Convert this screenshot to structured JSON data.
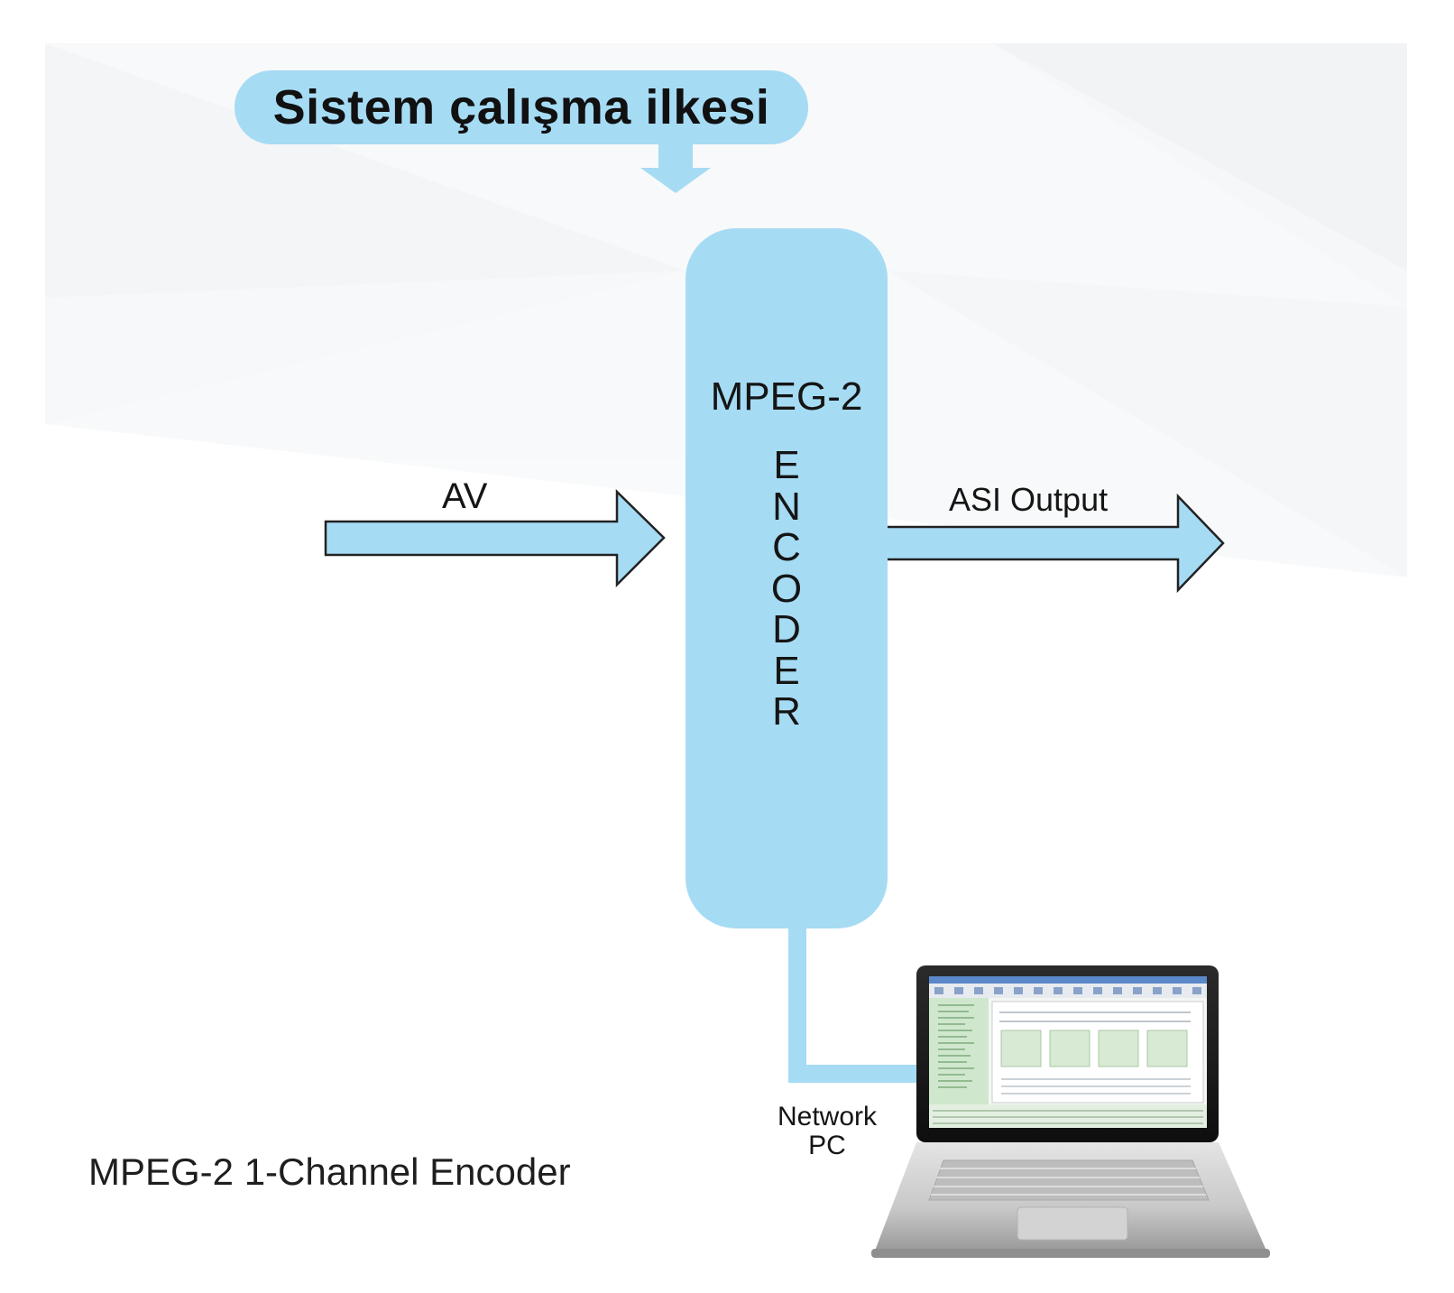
{
  "diagram": {
    "title": "Sistem çalışma ilkesi",
    "encoder": {
      "top_label": "MPEG-2",
      "vertical_label": "ENCODER"
    },
    "input_label": "AV",
    "output_label": "ASI Output",
    "network_label_line1": "Network",
    "network_label_line2": "PC",
    "caption": "MPEG-2 1-Channel Encoder"
  },
  "colors": {
    "accent": "#a6dbf4",
    "text": "#151515",
    "stroke": "#222222"
  },
  "icons": {
    "computer": "laptop-icon"
  }
}
